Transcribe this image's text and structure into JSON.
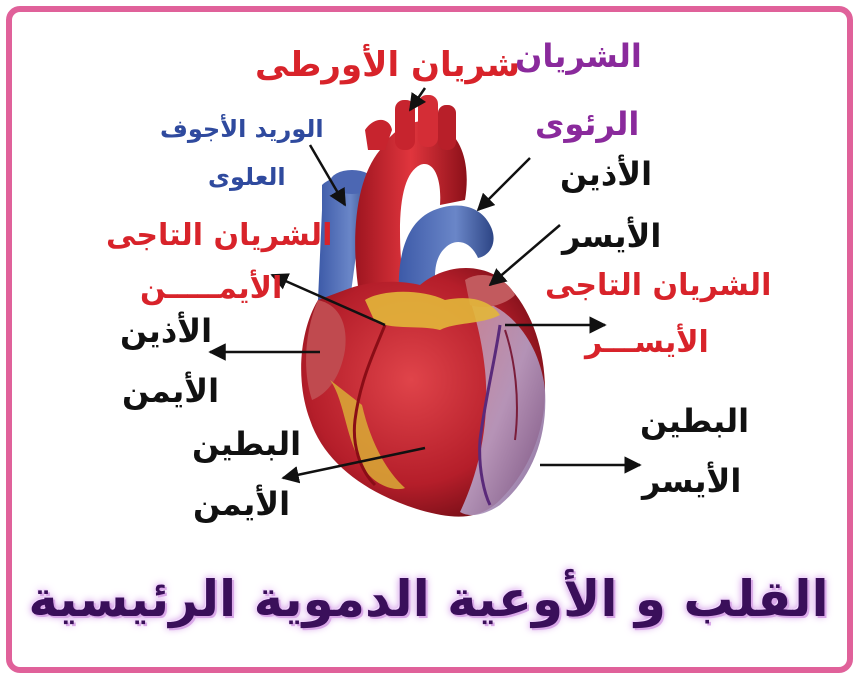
{
  "labels": {
    "aorta": "شريان الأورطى",
    "pulmonary_artery_1": "الشريان",
    "pulmonary_artery_2": "الرئوى",
    "superior_vena_cava_1": "الوريد الأجوف",
    "superior_vena_cava_2": "العلوى",
    "left_atrium_1": "الأذين",
    "left_atrium_2": "الأيسر",
    "right_coronary_1": "الشريان التاجى",
    "right_coronary_2": "الأيمـــــن",
    "left_coronary_1": "الشريان التاجى",
    "left_coronary_2": "الأيســـر",
    "right_atrium_1": "الأذين",
    "right_atrium_2": "الأيمن",
    "right_ventricle_1": "البطين",
    "right_ventricle_2": "الأيمن",
    "left_ventricle_1": "البطين",
    "left_ventricle_2": "الأيسر"
  },
  "title": "القلب و الأوعية الدموية الرئيسية",
  "colors": {
    "border": "#e0619a",
    "red_label": "#d8232a",
    "purple_label": "#8a2a9c",
    "blue_label": "#2f4a9e",
    "title": "#3a0f5a"
  }
}
